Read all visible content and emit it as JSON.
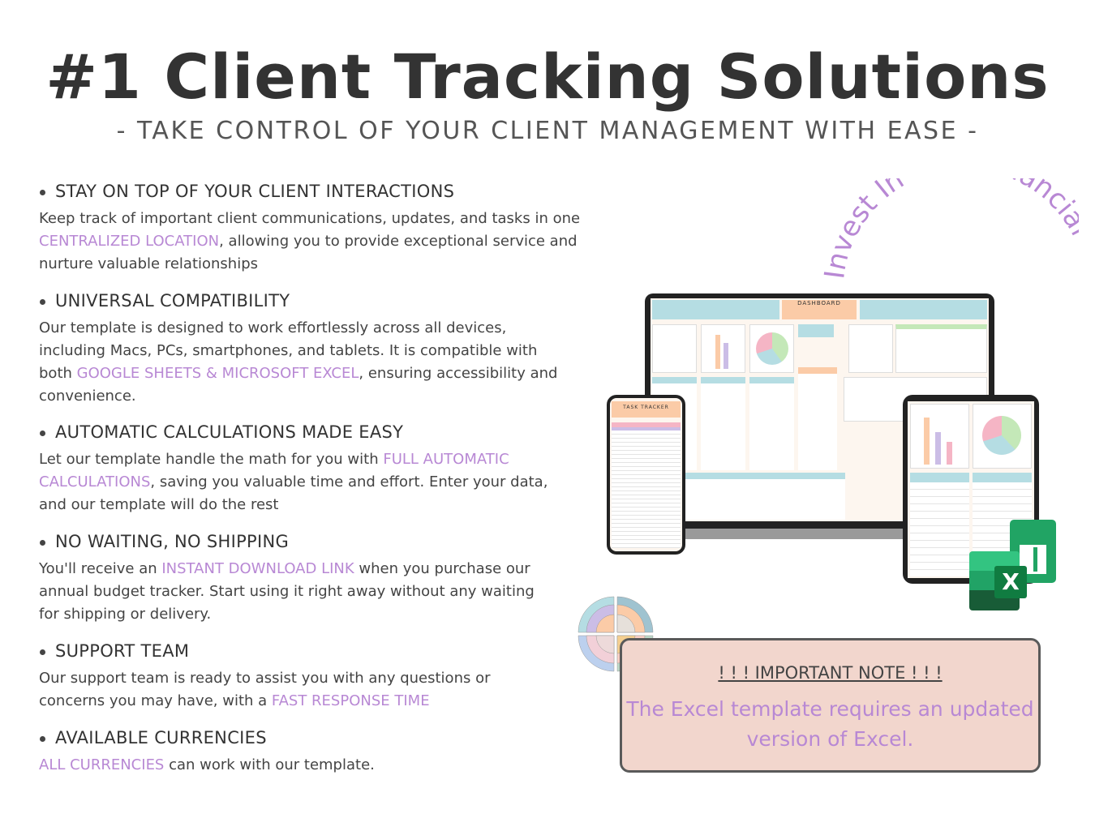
{
  "header": {
    "title": "#1 Client Tracking Solutions",
    "subtitle": "- TAKE CONTROL OF YOUR CLIENT MANAGEMENT WITH EASE -"
  },
  "features": [
    {
      "heading": "STAY ON TOP OF YOUR CLIENT INTERACTIONS",
      "pre": "Keep track of important client communications, updates, and tasks in one ",
      "highlight": "CENTRALIZED LOCATION",
      "post": ", allowing you to provide exceptional service and nurture valuable relationships"
    },
    {
      "heading": "UNIVERSAL COMPATIBILITY",
      "pre": "Our template is designed to work effortlessly across all devices, including Macs, PCs, smartphones, and tablets. It is compatible with both ",
      "highlight": "GOOGLE SHEETS & MICROSOFT EXCEL",
      "post": ", ensuring accessibility and convenience."
    },
    {
      "heading": "AUTOMATIC CALCULATIONS MADE EASY",
      "pre": "Let our template handle the math for you with ",
      "highlight": "FULL AUTOMATIC CALCULATIONS",
      "post": ", saving you valuable time and effort. Enter your data, and our template will do the rest"
    },
    {
      "heading": "NO WAITING, NO SHIPPING",
      "pre": "You'll receive an ",
      "highlight": "INSTANT DOWNLOAD LINK",
      "post": " when you purchase our annual budget tracker. Start using it right away without any waiting for shipping or delivery."
    },
    {
      "heading": "SUPPORT TEAM",
      "pre": "Our support team is ready to assist you with any questions or concerns you may have, with a ",
      "highlight": "FAST RESPONSE TIME",
      "post": ""
    },
    {
      "heading": "AVAILABLE CURRENCIES",
      "pre": "",
      "highlight": "ALL CURRENCIES",
      "post": " can work with our template."
    }
  ],
  "arc_text": "Invest In Your Financial Future",
  "mockup": {
    "laptop_title": "DASHBOARD",
    "phone_title": "TASK TRACKER"
  },
  "note": {
    "heading": "! ! ! IMPORTANT NOTE ! ! !",
    "body": "The Excel template requires an updated version of Excel."
  },
  "colors": {
    "accent": "#b888d4",
    "note_bg": "#f2d6cd",
    "teal": "#b5dde3",
    "peach": "#fbcba7",
    "lavender": "#cbbde6",
    "excel_green": "#1d6f42"
  }
}
